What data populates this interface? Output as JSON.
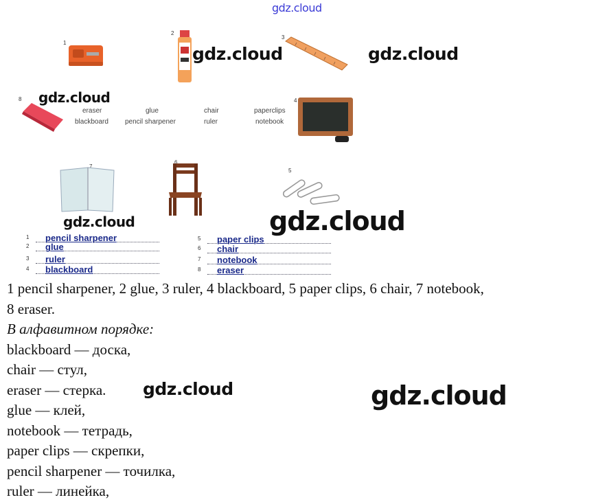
{
  "watermarks": {
    "top": "gdz.cloud",
    "w1": "gdz.cloud",
    "w2": "gdz.cloud",
    "w3": "gdz.cloud",
    "w4": "gdz.cloud",
    "w5": "gdz.cloud",
    "w6": "gdz.cloud",
    "w7": "gdz.cloud"
  },
  "picture_numbers": [
    "1",
    "2",
    "3",
    "4",
    "5",
    "6",
    "7",
    "8"
  ],
  "word_box": {
    "col1": [
      "eraser",
      "blackboard"
    ],
    "col2": [
      "glue",
      "pencil sharpener"
    ],
    "col3": [
      "chair",
      "ruler"
    ],
    "col4": [
      "paperclips",
      "notebook"
    ]
  },
  "answers_left": [
    {
      "num": "1",
      "text": "pencil sharpener"
    },
    {
      "num": "2",
      "text": "glue"
    },
    {
      "num": "3",
      "text": "ruler"
    },
    {
      "num": "4",
      "text": "blackboard"
    }
  ],
  "answers_right": [
    {
      "num": "5",
      "text": "paper clips"
    },
    {
      "num": "6",
      "text": "chair"
    },
    {
      "num": "7",
      "text": "notebook"
    },
    {
      "num": "8",
      "text": "eraser"
    }
  ],
  "solution": {
    "line1": "1 pencil sharpener, 2 glue, 3 ruler, 4 blackboard, 5 paper clips, 6 chair, 7 notebook,",
    "line2": "8 eraser.",
    "heading": "В алфавитном порядке:",
    "items": [
      "blackboard — доска,",
      "chair — стул,",
      "eraser — стерка.",
      "glue — клей,",
      "notebook — тетрадь,",
      "paper clips — скрепки,",
      "pencil sharpener — точилка,",
      "ruler — линейка,"
    ]
  },
  "colors": {
    "orange": "#e8622a",
    "wood": "#b0683a",
    "board": "#2a2f2c",
    "eraser_pink": "#e8485a",
    "notebook": "#d8e8ea",
    "answer_blue": "#1b2a8a"
  }
}
